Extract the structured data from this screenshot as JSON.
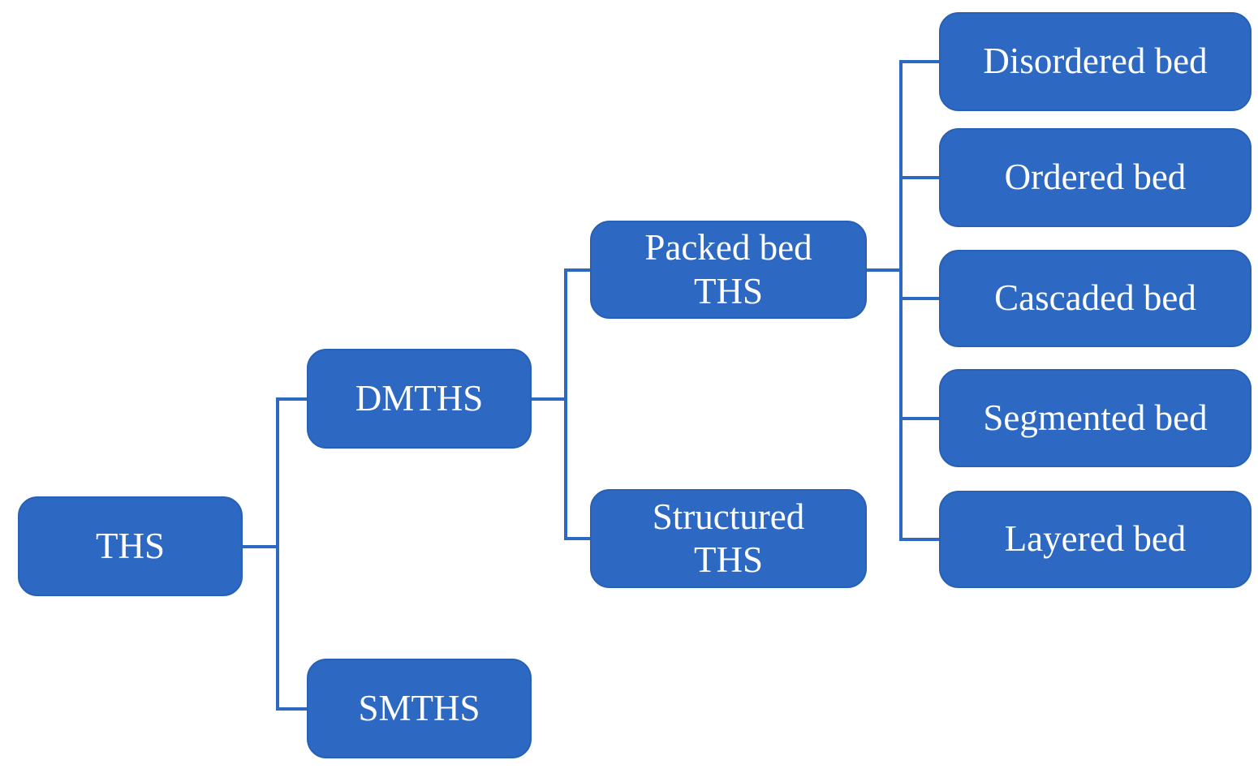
{
  "theme": {
    "background": "#FFFFFF",
    "node_fill": "#2D69C3",
    "node_border": "#2760B5",
    "node_text": "#FFFFFF",
    "connector": "#2D69C3"
  },
  "nodes": {
    "ths": {
      "label": "THS"
    },
    "dmths": {
      "label": "DMTHS"
    },
    "smths": {
      "label": "SMTHS"
    },
    "packed_bed_ths": {
      "line1": "Packed bed",
      "line2": "THS"
    },
    "structured_ths": {
      "line1": "Structured",
      "line2": "THS"
    },
    "disordered_bed": {
      "label": "Disordered bed"
    },
    "ordered_bed": {
      "label": "Ordered bed"
    },
    "cascaded_bed": {
      "label": "Cascaded bed"
    },
    "segmented_bed": {
      "label": "Segmented bed"
    },
    "layered_bed": {
      "label": "Layered bed"
    }
  },
  "hierarchy": {
    "root": "THS",
    "children": [
      {
        "label": "DMTHS",
        "children": [
          {
            "label": "Packed bed THS",
            "children": [
              "Disordered bed",
              "Ordered bed",
              "Cascaded bed",
              "Segmented bed",
              "Layered bed"
            ]
          },
          {
            "label": "Structured THS",
            "children": []
          }
        ]
      },
      {
        "label": "SMTHS",
        "children": []
      }
    ]
  }
}
